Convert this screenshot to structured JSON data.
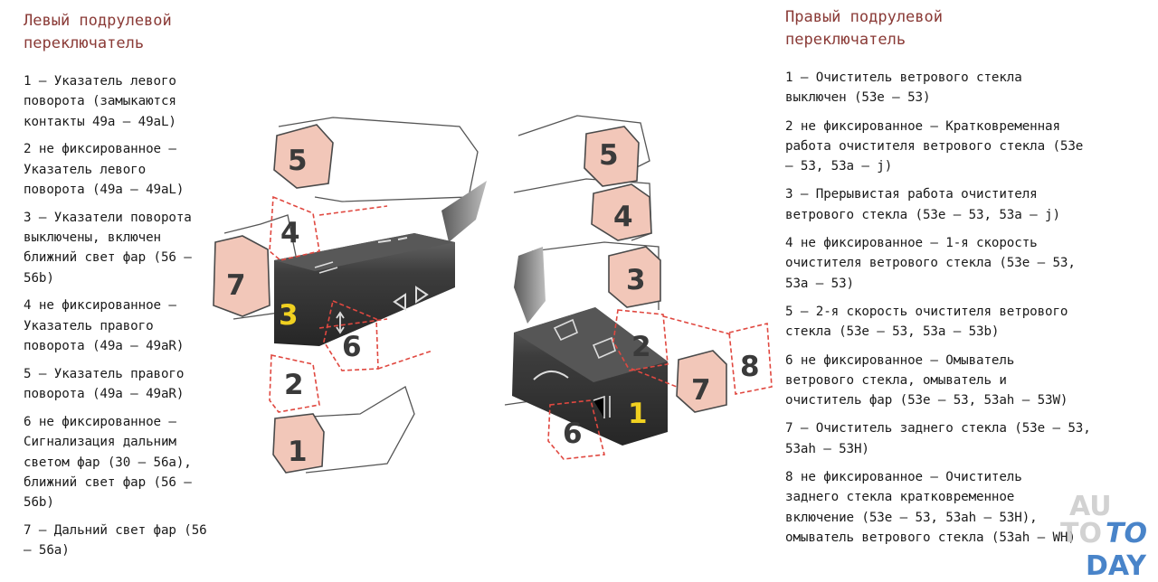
{
  "left": {
    "title": "Левый подрулевой\nпереключатель",
    "items": [
      "1 — Указатель левого\nповорота (замыкаются\nконтакты 49a — 49aL)",
      "2 не фиксированное —\n Указатель левого\nповорота (49a — 49aL)",
      "3 — Указатели поворота\nвыключены, включен\nближний свет фар (56 —\n56b)",
      "4 не фиксированное —\nУказатель правого\nповорота (49a — 49aR)",
      "5 — Указатель правого\nповорота (49a — 49aR)",
      "6 не фиксированное —\nСигнализация дальним\nсветом фар (30 — 56a),\nближний свет фар (56 —\n56b)",
      "7 — Дальний свет фар (56\n— 56a)"
    ]
  },
  "right": {
    "title": "Правый подрулевой\nпереключатель",
    "items": [
      "1 — Очиститель ветрового стекла\nвыключен (53e — 53)",
      "2 не фиксированное — Кратковременная\nработа очистителя ветрового стекла (53e\n— 53, 53a — j)",
      "3 — Прерывистая работа очистителя\nветрового стекла (53e — 53, 53a — j)",
      "4 не фиксированное — 1-я скорость\nочистителя ветрового стекла (53e — 53,\n53a — 53)",
      "5 — 2-я скорость очистителя ветрового\nстекла (53e — 53, 53a — 53b)",
      "6 не фиксированное — Омыватель\nветрового стекла, омыватель и\nочиститель фар (53e — 53, 53ah — 53W)",
      "7 — Очиститель заднего стекла (53e — 53,\n53ah — 53H)",
      "8 не фиксированное — Очиститель\nзаднего стекла кратковременное\nвключение (53e — 53, 53ah — 53H),\nомыватель ветрового стекла (53ah — WH)"
    ]
  },
  "diagram": {
    "left_keys": [
      "5",
      "4",
      "7",
      "3",
      "6",
      "2",
      "1"
    ],
    "right_keys": [
      "5",
      "4",
      "3",
      "2",
      "8",
      "7",
      "1",
      "6"
    ]
  },
  "watermark": {
    "line1": "AU",
    "line2": "TO",
    "line3": "TO",
    "line4": "DAY"
  },
  "colors": {
    "title": "#8a3a36",
    "key_fill": "#f2c7b9",
    "key_stroke": "#4a4a4a",
    "dashed": "#e04840",
    "stalk": "#3a3a3a",
    "selected_number": "#f0d020",
    "watermark_grey": "#c8c8c8",
    "watermark_blue": "#2a6fc0"
  }
}
